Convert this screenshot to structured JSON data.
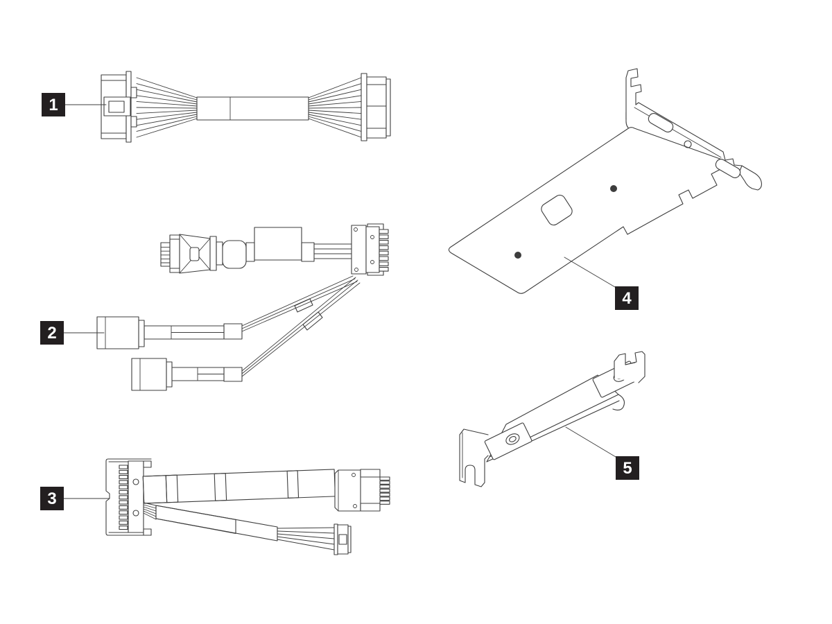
{
  "figure": {
    "background": "#ffffff",
    "line_color": "#3d3d3d",
    "callout_bg": "#231f20",
    "callout_text": "#ffffff"
  },
  "callouts": [
    {
      "number": "1",
      "part": "straight-cable-dual-connector"
    },
    {
      "number": "2",
      "part": "y-splitter-cable"
    },
    {
      "number": "3",
      "part": "ribbon-splitter-cable"
    },
    {
      "number": "4",
      "part": "adapter-with-full-height-bracket"
    },
    {
      "number": "5",
      "part": "low-profile-bracket"
    }
  ]
}
